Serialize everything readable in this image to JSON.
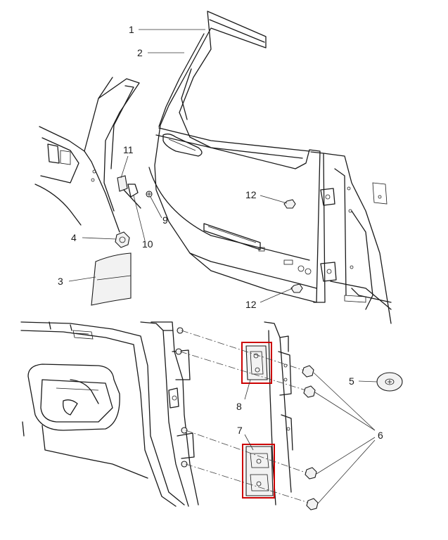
{
  "callouts": {
    "c1": "1",
    "c2": "2",
    "c3": "3",
    "c4": "4",
    "c5": "5",
    "c6": "6",
    "c7": "7",
    "c8": "8",
    "c9": "9",
    "c10": "10",
    "c11": "11",
    "c12a": "12",
    "c12b": "12"
  },
  "colors": {
    "line": "#1a1a1a",
    "highlight": "#cc0000",
    "background": "#ffffff"
  }
}
